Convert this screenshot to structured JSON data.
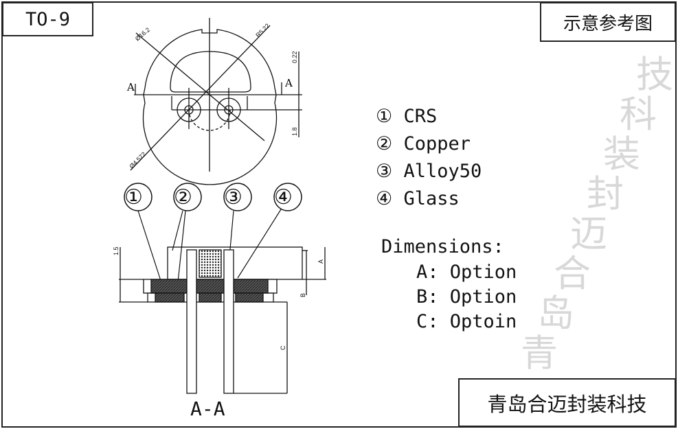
{
  "title": "TO-9",
  "subtitle": "示意参考图",
  "company": "青岛合迈封装科技",
  "watermark": "青岛合迈封装科技",
  "materials": [
    {
      "num": "①",
      "name": "CRS"
    },
    {
      "num": "②",
      "name": "Copper"
    },
    {
      "num": "③",
      "name": "Alloy50"
    },
    {
      "num": "④",
      "name": "Glass"
    }
  ],
  "dimensions": {
    "heading": "Dimensions:",
    "items": [
      "A: Option",
      "B: Option",
      "C: Optoin"
    ]
  },
  "drawing": {
    "callouts": [
      "①",
      "②",
      "③",
      "④"
    ],
    "section_label": "A-A",
    "section_marks": [
      "A",
      "A"
    ],
    "dim_labels": {
      "d1": "Ø16.2",
      "d2": "R5.22",
      "d3": "0.22",
      "d4": "1.8",
      "d5": "Ø4.572",
      "d6": "1.5",
      "A": "A",
      "B": "B",
      "C": "C"
    }
  }
}
